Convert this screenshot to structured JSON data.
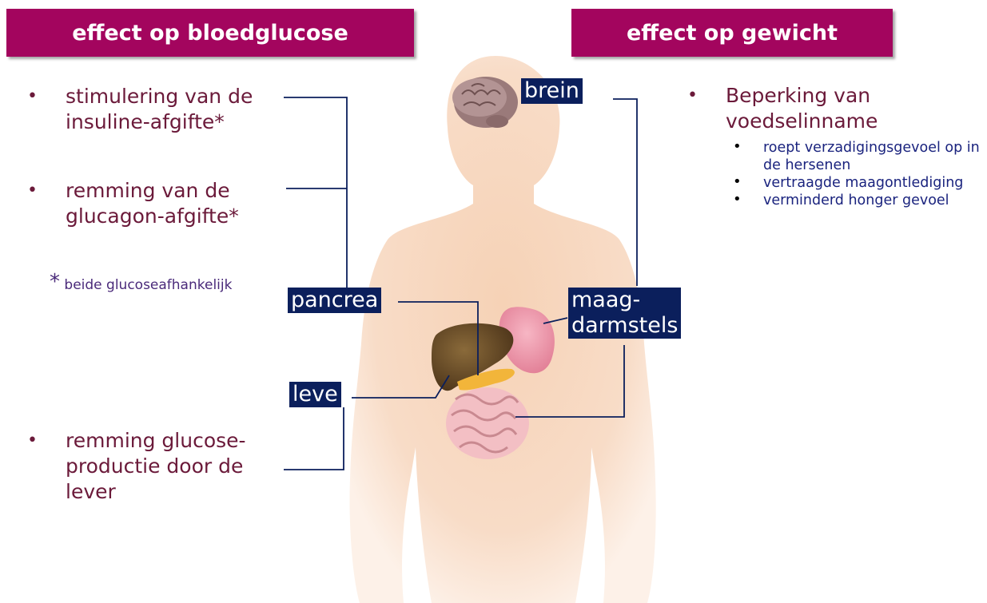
{
  "headers": {
    "left": "effect op bloedglucose",
    "right": "effect op gewicht"
  },
  "left_bullets": [
    "stimulering van de insuline-afgifte*",
    "remming van de glucagon-afgifte*",
    "remming glucose-productie door de lever"
  ],
  "footnote": {
    "star": "*",
    "text": "beide glucoseafhankelijk"
  },
  "right_bullets": {
    "main": "Beperking van voedselinname",
    "sub": [
      "roept verzadigingsgevoel op in de hersenen",
      "vertraagde maagontlediging",
      "verminderd honger gevoel"
    ]
  },
  "organ_labels": {
    "brein": "brein",
    "pancrea": "pancrea",
    "leve": "leve",
    "maag": "maag-\ndarmstels"
  },
  "colors": {
    "header_bg": "#a3055e",
    "label_bg": "#0b1f5c",
    "bullet_text": "#6b1a3a",
    "sub_text": "#1a237e",
    "body_skin": "#f9dcc5"
  }
}
